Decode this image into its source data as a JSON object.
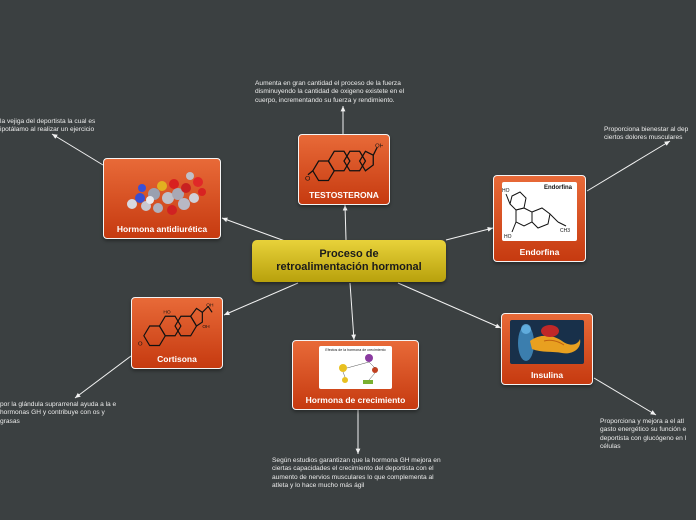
{
  "central": {
    "title_line1": "Proceso de",
    "title_line2": "retroalimentación hormonal"
  },
  "nodes": {
    "testosterona": {
      "label": "TESTOSTERONA"
    },
    "antidiuretica": {
      "label": "Hormona antidiurética"
    },
    "endorfina": {
      "label": "Endorfina",
      "image_caption": "Endorfina"
    },
    "cortisona": {
      "label": "Cortisona"
    },
    "crecimiento": {
      "label": "Hormona de crecimiento",
      "image_caption": "Efectos de la hormona de crecimiento"
    },
    "insulina": {
      "label": "Insulina"
    }
  },
  "notes": {
    "testosterona": "Aumenta en gran cantidad el proceso de la fuerza disminuyendo la cantidad de oxigeno existete en el cuerpo, incrementando su fuerza y rendimiento.",
    "antidiuretica": "la vejiga del deportista la cual es ipotálamo al realizar un ejercicio",
    "endorfina": "Proporciona bienestar al dep ciertos dolores musculares",
    "cortisona": "por la glándula suprarrenal ayuda a la e hormonas GH y contribuye con os y grasas",
    "crecimiento": "Según estudios garantizan que la hormona GH mejora en ciertas capacidades el crecimiento del deportista con el aumento de nervios musculares lo que complementa al atleta y lo hace mucho más ágil",
    "insulina": "Proporciona y mejora a el atl gasto energético su función e deportista con glucógeno en l células"
  },
  "colors": {
    "background": "#3b4041",
    "node_fill": "#d9501f",
    "central_fill": "#d4bf1e",
    "connector": "#f2f2f2",
    "note_text": "#ececec"
  }
}
